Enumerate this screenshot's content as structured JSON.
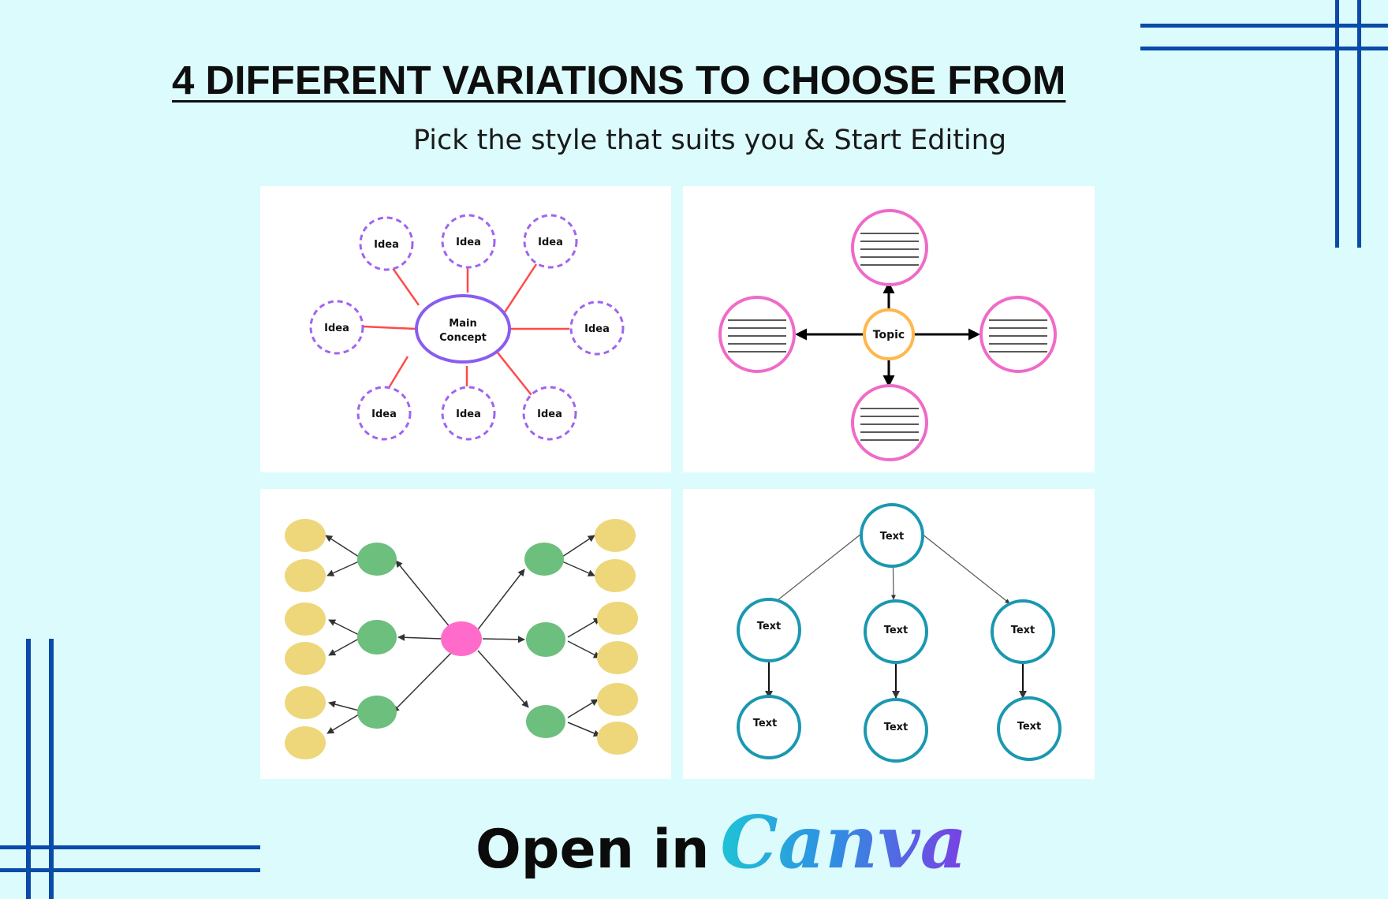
{
  "title": "4 DIFFERENT VARIATIONS TO CHOOSE FROM",
  "subtitle": "Pick the style that suits you & Start Editing",
  "cta": {
    "label": "Open in",
    "brand": "Canva"
  },
  "colors": {
    "background": "#dcfbfd",
    "decor_lines": "#0a4aa8",
    "idea_circle": "#a064f0",
    "main_concept": "#8a5cf0",
    "connector_red": "#ff4a4a",
    "topic_circle": "#ffb74d",
    "pink_circle": "#f06ac8",
    "green_node": "#6dbf7e",
    "yellow_leaf": "#edd77a",
    "center_pink": "#ff6bcb",
    "teal_circle": "#1a98b0"
  },
  "diagrams": {
    "spider": {
      "center_label_1": "Main",
      "center_label_2": "Concept",
      "ideas": [
        "Idea",
        "Idea",
        "Idea",
        "Idea",
        "Idea",
        "Idea",
        "Idea",
        "Idea"
      ]
    },
    "topic": {
      "center_label": "Topic"
    },
    "tree": {
      "root": "Text",
      "level1": [
        "Text",
        "Text",
        "Text"
      ],
      "level2": [
        "Text",
        "Text",
        "Text"
      ]
    }
  }
}
